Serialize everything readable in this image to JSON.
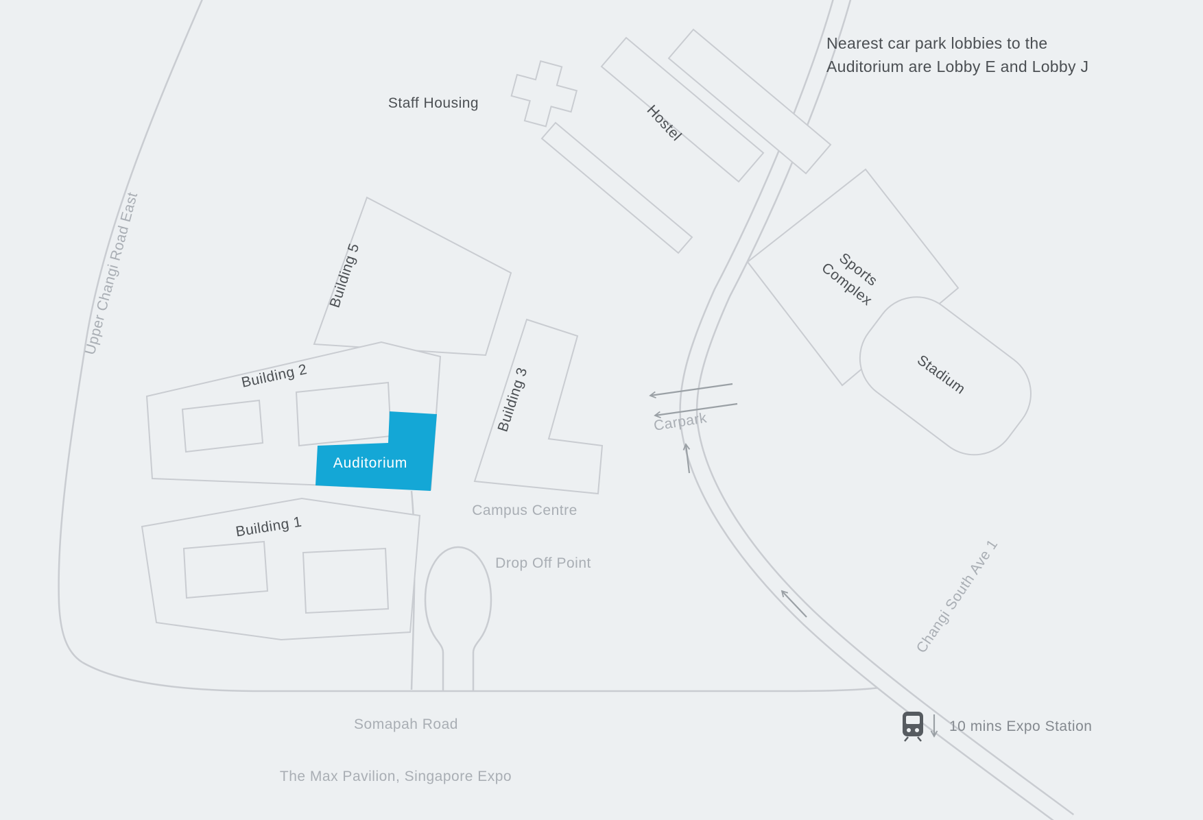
{
  "note": {
    "line1": "Nearest car park lobbies to the",
    "line2": "Auditorium are Lobby E and Lobby J"
  },
  "labels": {
    "staff_housing": "Staff Housing",
    "hostel": "Hostel",
    "building5": "Building 5",
    "building2": "Building 2",
    "building3": "Building 3",
    "building1": "Building 1",
    "auditorium": "Auditorium",
    "campus_centre": "Campus Centre",
    "drop_off": "Drop Off Point",
    "carpark": "Carpark",
    "sports_complex": "Sports Complex",
    "stadium": "Stadium",
    "upper_changi": "Upper Changi Road East",
    "changi_south": "Changi South Ave 1",
    "somapah": "Somapah Road",
    "max_pavilion": "The Max Pavilion, Singapore Expo",
    "expo_station": "10 mins Expo Station"
  },
  "colors": {
    "background": "#edf0f2",
    "outline": "#c9ccd1",
    "accent_auditorium": "#14a7d6",
    "auditorium_text": "#ffffff",
    "label_dark": "#4b4f53",
    "label_road": "#a9aeb4",
    "arrow": "#9aa0a5",
    "train_icon": "#565b60"
  },
  "icons": {
    "train": "train-icon",
    "down_arrow": "down-arrow-icon"
  }
}
